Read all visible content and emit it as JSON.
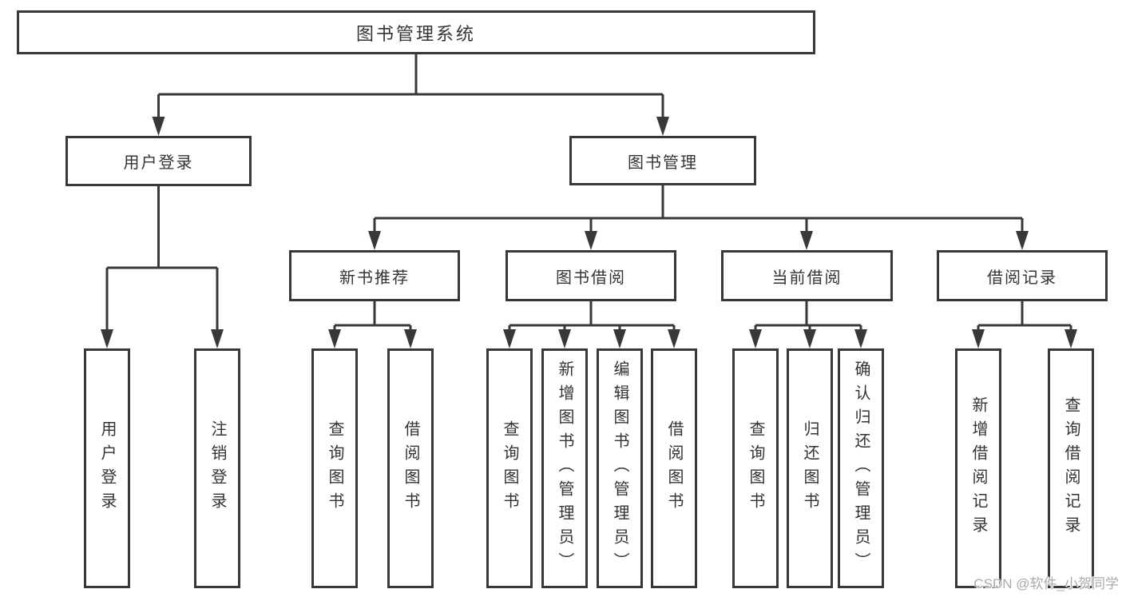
{
  "title": "图书管理系统",
  "tree": {
    "root": {
      "label": "图书管理系统"
    },
    "branches": [
      {
        "label": "用户登录",
        "children": [
          {
            "label": "用户登录"
          },
          {
            "label": "注销登录"
          }
        ]
      },
      {
        "label": "图书管理",
        "children": [
          {
            "label": "新书推荐",
            "children": [
              {
                "label": "查询图书"
              },
              {
                "label": "借阅图书"
              }
            ]
          },
          {
            "label": "图书借阅",
            "children": [
              {
                "label": "查询图书"
              },
              {
                "label": "新增图书（管理员）"
              },
              {
                "label": "编辑图书（管理员）"
              },
              {
                "label": "借阅图书"
              }
            ]
          },
          {
            "label": "当前借阅",
            "children": [
              {
                "label": "查询图书"
              },
              {
                "label": "归还图书"
              },
              {
                "label": "确认归还（管理员）"
              }
            ]
          },
          {
            "label": "借阅记录",
            "children": [
              {
                "label": "新增借阅记录"
              },
              {
                "label": "查询借阅记录"
              }
            ]
          }
        ]
      }
    ]
  },
  "watermark": {
    "text": "CSDN @软件_小贺同学"
  },
  "colors": {
    "line": "#383838",
    "box_border": "#383838",
    "text": "#333333",
    "watermark": "#ababab",
    "background": "#ffffff"
  }
}
